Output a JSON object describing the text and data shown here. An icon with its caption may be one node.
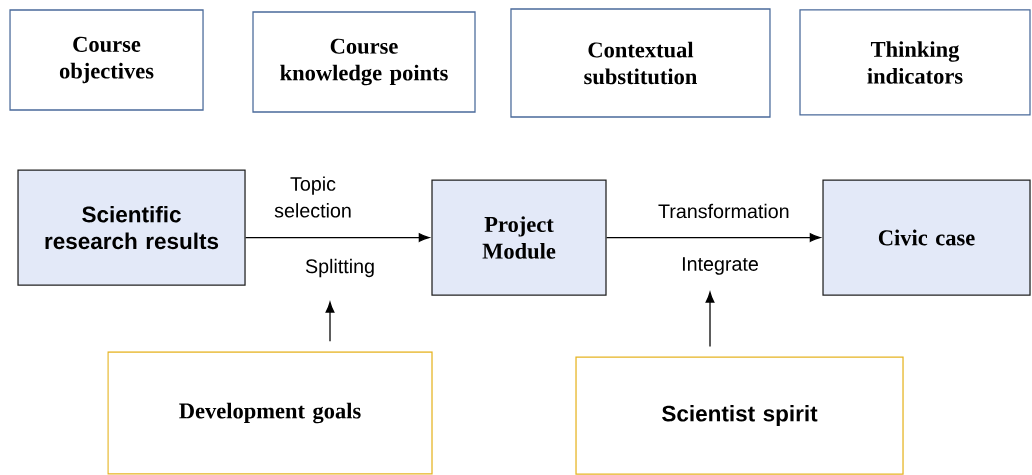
{
  "diagram": {
    "nodes": [
      {
        "text": [
          "Course objectives"
        ]
      },
      {
        "text": [
          "Course knowledge points"
        ]
      },
      {
        "text": [
          "Contextual substitution"
        ]
      },
      {
        "text": [
          "Thinking indicators"
        ]
      },
      {
        "text": [
          "Scientific research results"
        ]
      },
      {
        "text": [
          "Project Module"
        ]
      },
      {
        "text": [
          "Civic case"
        ]
      },
      {
        "text": [
          "Development goals"
        ]
      },
      {
        "text": [
          "Scientist spirit"
        ]
      }
    ],
    "edges": [
      {
        "from": 4,
        "to": 5,
        "arrow": "to",
        "label": "Topic selection"
      },
      {
        "from": 5,
        "to": 6,
        "arrow": "to",
        "label": "Transformation"
      },
      {
        "from": 7,
        "to": null,
        "arrow": "to"
      },
      {
        "from": 8,
        "to": null,
        "arrow": "to"
      }
    ],
    "labels": [
      "Splitting",
      "Integrate"
    ]
  }
}
